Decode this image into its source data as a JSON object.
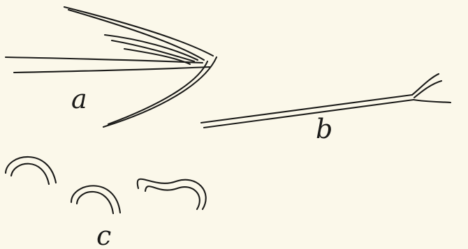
{
  "figure": {
    "background": "#fbf8ea",
    "ink_color": "#1b1b19",
    "labels": {
      "a": "a",
      "b": "b",
      "c": "c"
    }
  }
}
